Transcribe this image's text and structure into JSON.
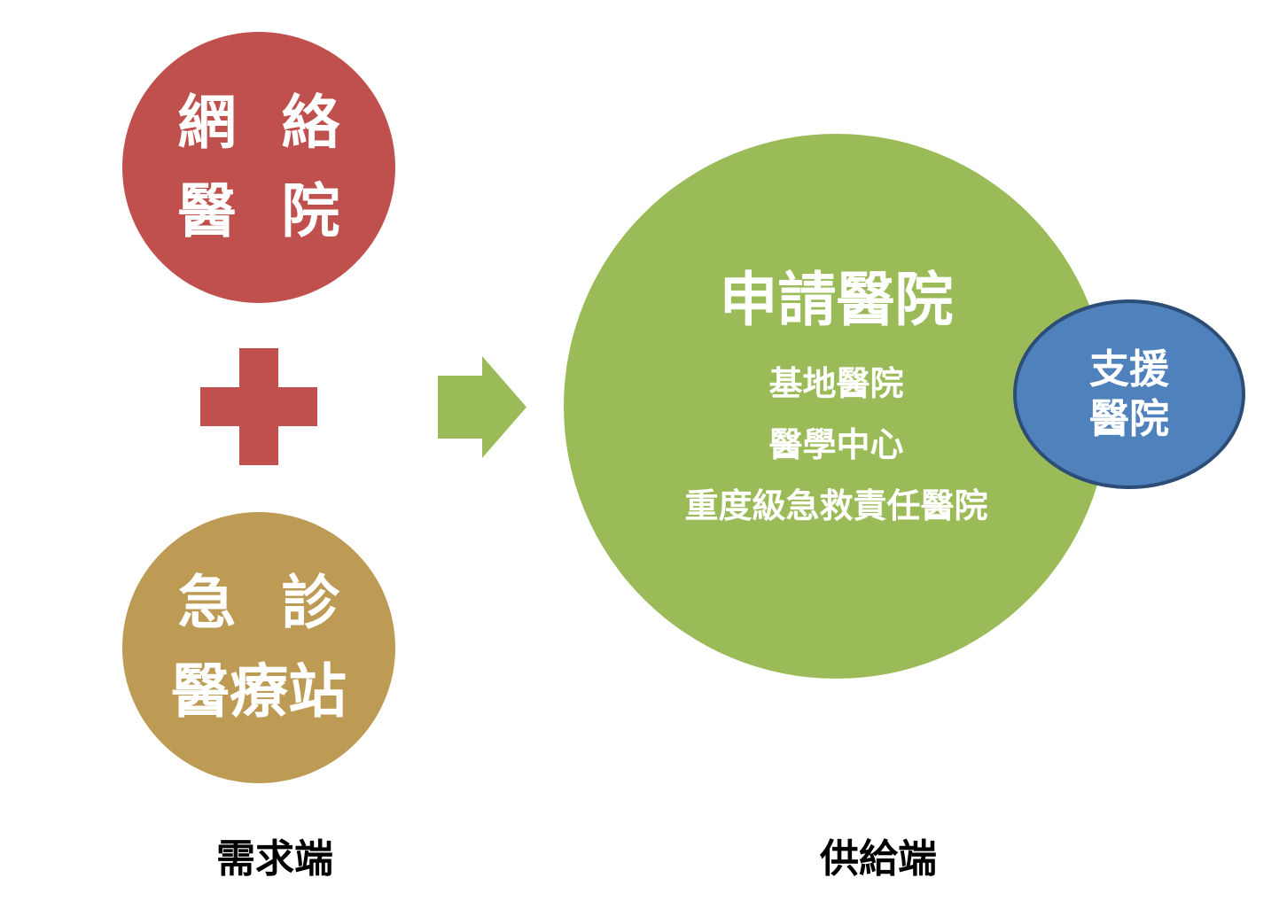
{
  "demand_side": {
    "network_hospital": {
      "line1": "網 絡",
      "line2": "醫 院",
      "color": "#c0504d"
    },
    "plus": {
      "symbol": "+",
      "color": "#c0504d"
    },
    "emergency_station": {
      "line1": "急 診",
      "line2": "醫療站",
      "color": "#bd9b55"
    },
    "label": "需求端"
  },
  "arrow": {
    "color": "#9bbb59",
    "direction": "right"
  },
  "supply_side": {
    "applicant_hospital": {
      "title": "申請醫院",
      "items": [
        "基地醫院",
        "醫學中心",
        "重度級急救責任醫院"
      ],
      "color": "#9bbb59"
    },
    "support_hospital": {
      "line1": "支援",
      "line2": "醫院",
      "color": "#4f81bd",
      "border_color": "#2c4d75"
    },
    "label": "供給端"
  }
}
